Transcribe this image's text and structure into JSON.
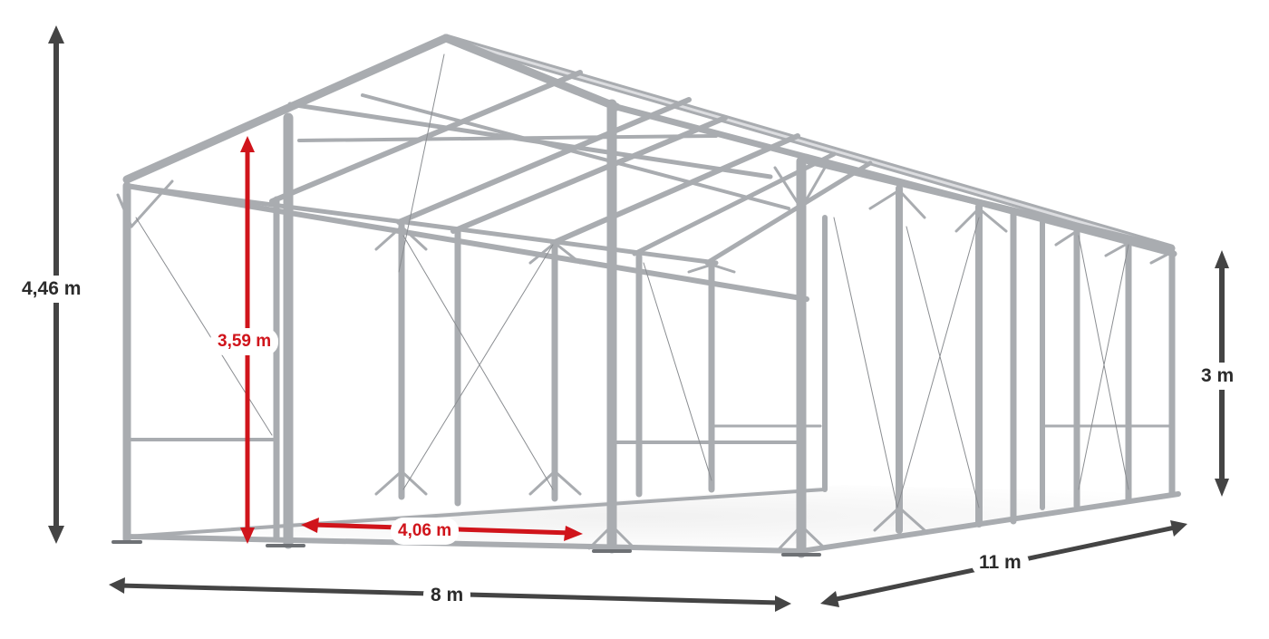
{
  "diagram": {
    "subject": "Tent frame",
    "colors": {
      "dimension_dark": "#444444",
      "dimension_red": "#d0141b",
      "frame": "#b5b7ba"
    },
    "dimensions": {
      "total_height": {
        "label": "4,46 m"
      },
      "inner_height": {
        "label": "3,59 m"
      },
      "bay_width": {
        "label": "4,06 m"
      },
      "side_height": {
        "label": "3 m"
      },
      "length": {
        "label": "11 m"
      },
      "width": {
        "label": "8 m"
      }
    }
  }
}
